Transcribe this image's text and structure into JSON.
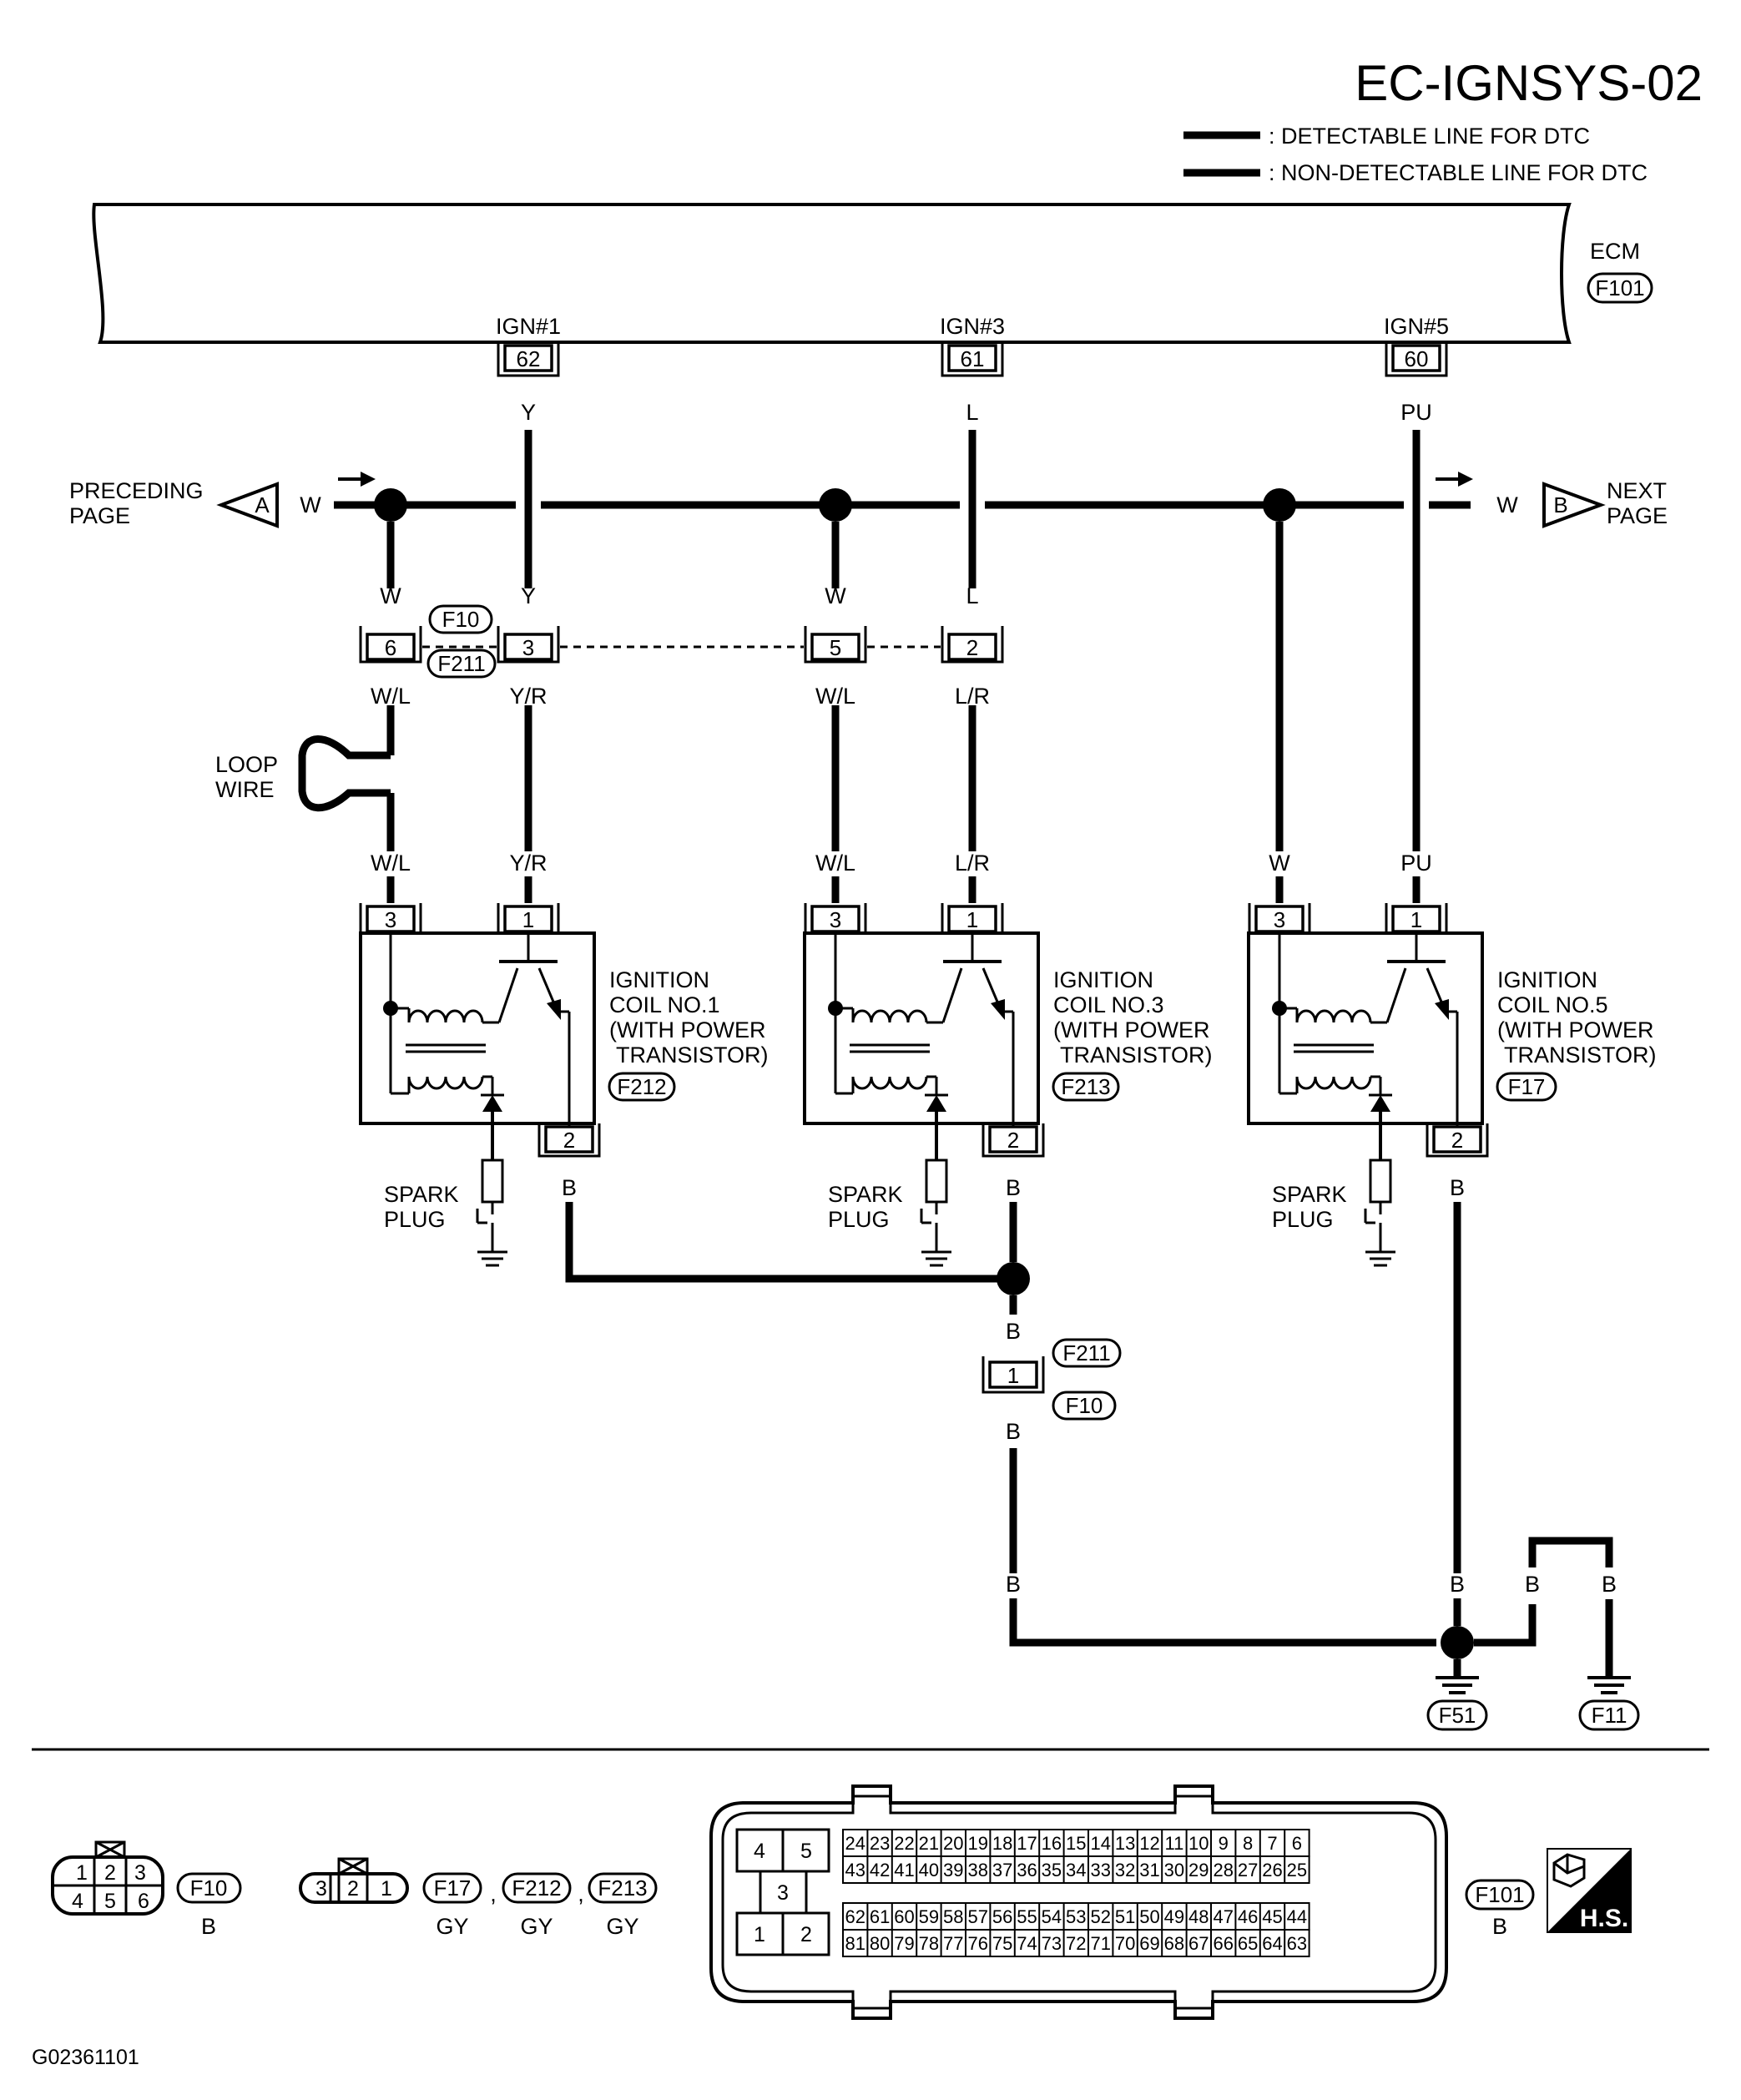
{
  "header": {
    "title": "EC-IGNSYS-02",
    "legend": [
      {
        "key": "detectable",
        "label": ": DETECTABLE LINE FOR DTC"
      },
      {
        "key": "non_detectable",
        "label": ": NON-DETECTABLE LINE FOR DTC"
      }
    ]
  },
  "ecm": {
    "name": "ECM",
    "connector": "F101",
    "terminals": [
      {
        "signal": "IGN#1",
        "pin": "62",
        "wire": "Y"
      },
      {
        "signal": "IGN#3",
        "pin": "61",
        "wire": "L"
      },
      {
        "signal": "IGN#5",
        "pin": "60",
        "wire": "PU"
      }
    ]
  },
  "page_links": {
    "preceding": {
      "text": "PRECEDING\nPAGE",
      "line1": "PRECEDING",
      "line2": "PAGE",
      "letter": "A",
      "wire": "W"
    },
    "next": {
      "text": "NEXT\nPAGE",
      "line1": "NEXT",
      "line2": "PAGE",
      "letter": "B",
      "wire": "W"
    }
  },
  "harness_connector": {
    "codes": [
      "F10",
      "F211"
    ],
    "pins": [
      {
        "pin": "6",
        "wire_in": "W",
        "wire_out": "W/L"
      },
      {
        "pin": "3",
        "wire_in": "Y",
        "wire_out": "Y/R"
      },
      {
        "pin": "5",
        "wire_in": "W",
        "wire_out": "W/L"
      },
      {
        "pin": "2",
        "wire_in": "L",
        "wire_out": "L/R"
      }
    ]
  },
  "loop_wire": {
    "line1": "LOOP",
    "line2": "WIRE"
  },
  "coils": [
    {
      "line1": "IGNITION",
      "line2": "COIL NO.1",
      "line3": "(WITH POWER",
      "line4": "TRANSISTOR)",
      "connector": "F212",
      "pin_a": "3",
      "pin_b": "1",
      "pin_gnd": "2",
      "wire_a": "W/L",
      "wire_b": "Y/R",
      "wire_gnd": "B"
    },
    {
      "line1": "IGNITION",
      "line2": "COIL NO.3",
      "line3": "(WITH POWER",
      "line4": "TRANSISTOR)",
      "connector": "F213",
      "pin_a": "3",
      "pin_b": "1",
      "pin_gnd": "2",
      "wire_a": "W/L",
      "wire_b": "L/R",
      "wire_gnd": "B"
    },
    {
      "line1": "IGNITION",
      "line2": "COIL NO.5",
      "line3": "(WITH POWER",
      "line4": "TRANSISTOR)",
      "connector": "F17",
      "pin_a": "3",
      "pin_b": "1",
      "pin_gnd": "2",
      "wire_a": "W",
      "wire_b": "PU",
      "wire_gnd": "B"
    }
  ],
  "spark_plug": {
    "line1": "SPARK",
    "line2": "PLUG"
  },
  "ground_connector": {
    "pin": "1",
    "codes": [
      "F211",
      "F10"
    ],
    "wire_in": "B",
    "wire_out": "B"
  },
  "grounds": [
    {
      "code": "F51",
      "wire": "B"
    },
    {
      "code": "F11",
      "wire": "B"
    }
  ],
  "ground_wire_labels": [
    "B",
    "B",
    "B",
    "B"
  ],
  "connector_views": {
    "f10": {
      "pins": [
        "1",
        "2",
        "3",
        "4",
        "5",
        "6"
      ],
      "code": "F10",
      "color": "B"
    },
    "coil": {
      "pins": [
        "3",
        "2",
        "1"
      ],
      "codes": [
        "F17",
        "F212",
        "F213"
      ],
      "separators": [
        ",",
        ","
      ],
      "colors": [
        "GY",
        "GY",
        "GY"
      ]
    },
    "ecm": {
      "code": "F101",
      "color": "B",
      "small_pins": [
        "4",
        "5",
        "3",
        "1",
        "2"
      ],
      "row1": [
        "24",
        "23",
        "22",
        "21",
        "20",
        "19",
        "18",
        "17",
        "16",
        "15",
        "14",
        "13",
        "12",
        "11",
        "10",
        "9",
        "8",
        "7",
        "6"
      ],
      "row2": [
        "43",
        "42",
        "41",
        "40",
        "39",
        "38",
        "37",
        "36",
        "35",
        "34",
        "33",
        "32",
        "31",
        "30",
        "29",
        "28",
        "27",
        "26",
        "25"
      ],
      "row3": [
        "62",
        "61",
        "60",
        "59",
        "58",
        "57",
        "56",
        "55",
        "54",
        "53",
        "52",
        "51",
        "50",
        "49",
        "48",
        "47",
        "46",
        "45",
        "44"
      ],
      "row4": [
        "81",
        "80",
        "79",
        "78",
        "77",
        "76",
        "75",
        "74",
        "73",
        "72",
        "71",
        "70",
        "69",
        "68",
        "67",
        "66",
        "65",
        "64",
        "63"
      ]
    }
  },
  "hs_badge": "H.S.",
  "footer_code": "G02361101"
}
